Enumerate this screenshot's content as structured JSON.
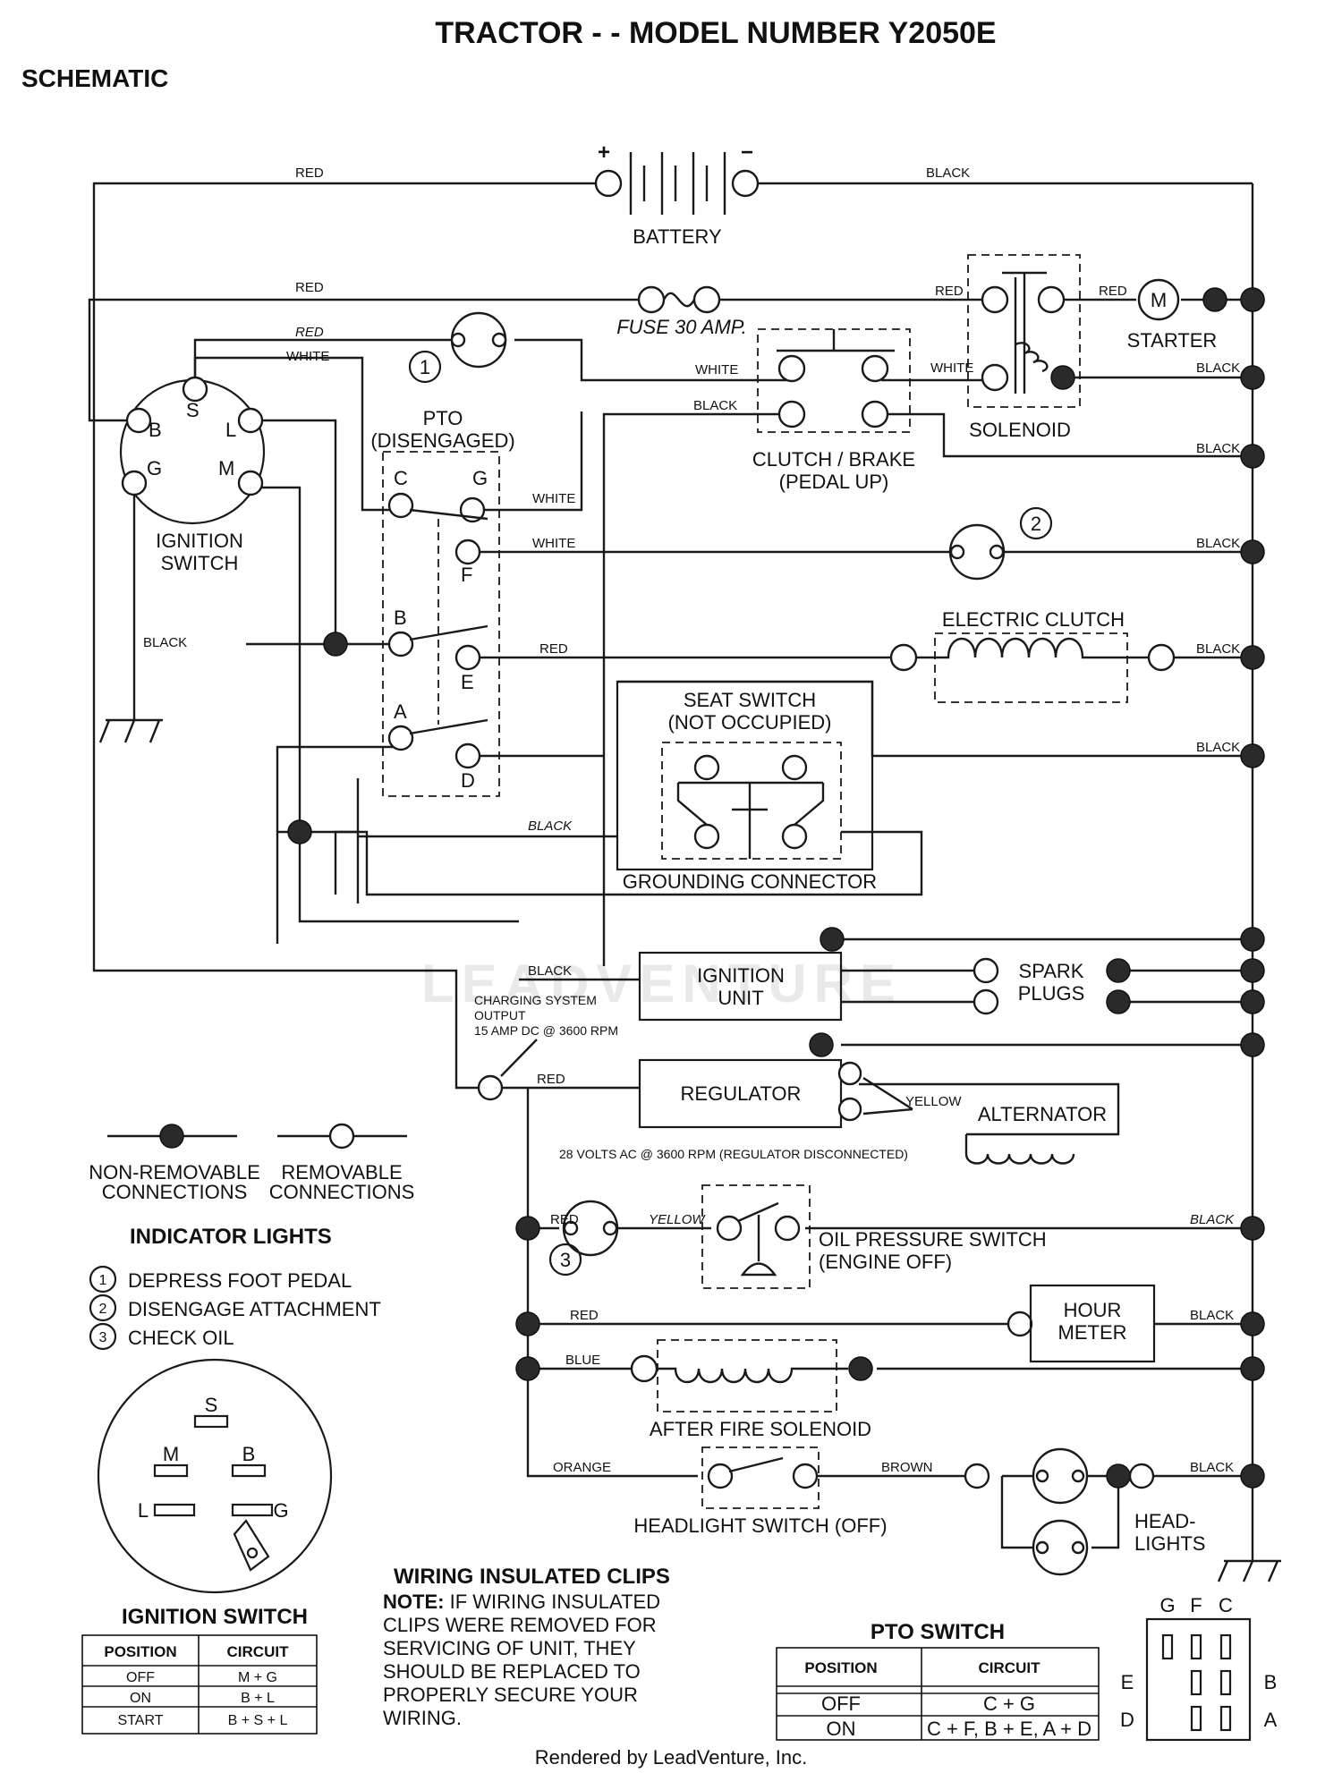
{
  "title": "TRACTOR - - MODEL NUMBER Y2050E",
  "section": "SCHEMATIC",
  "watermark": "LEADVENTURE",
  "footer": "Rendered by LeadVenture, Inc.",
  "components": {
    "battery": "BATTERY",
    "battery_plus": "+",
    "battery_minus": "−",
    "fuse": "FUSE 30 AMP.",
    "starter": "STARTER",
    "starter_symbol": "M",
    "solenoid": "SOLENOID",
    "clutch_brake_1": "CLUTCH / BRAKE",
    "clutch_brake_2": "(PEDAL UP)",
    "pto_1": "PTO",
    "pto_2": "(DISENGAGED)",
    "ignition_switch_1": "IGNITION",
    "ignition_switch_2": "SWITCH",
    "electric_clutch": "ELECTRIC CLUTCH",
    "seat_switch_1": "SEAT SWITCH",
    "seat_switch_2": "(NOT OCCUPIED)",
    "grounding_connector": "GROUNDING CONNECTOR",
    "ignition_unit_1": "IGNITION",
    "ignition_unit_2": "UNIT",
    "spark_plugs_1": "SPARK",
    "spark_plugs_2": "PLUGS",
    "charging_1": "CHARGING SYSTEM",
    "charging_2": "OUTPUT",
    "charging_3": "15 AMP DC @ 3600 RPM",
    "regulator": "REGULATOR",
    "alternator": "ALTERNATOR",
    "ac_note": "28 VOLTS AC @ 3600 RPM (REGULATOR DISCONNECTED)",
    "oil_switch_1": "OIL PRESSURE SWITCH",
    "oil_switch_2": "(ENGINE OFF)",
    "hour_meter_1": "HOUR",
    "hour_meter_2": "METER",
    "after_fire": "AFTER FIRE SOLENOID",
    "headlight_switch": "HEADLIGHT SWITCH (OFF)",
    "headlights_1": "HEAD-",
    "headlights_2": "LIGHTS"
  },
  "terminals": {
    "ign_s": "S",
    "ign_b": "B",
    "ign_l": "L",
    "ign_g": "G",
    "ign_m": "M",
    "pto_c": "C",
    "pto_g": "G",
    "pto_f": "F",
    "pto_b": "B",
    "pto_e": "E",
    "pto_a": "A",
    "pto_d": "D"
  },
  "wires": {
    "red": "RED",
    "black": "BLACK",
    "white": "WHITE",
    "yellow": "YELLOW",
    "blue": "BLUE",
    "orange": "ORANGE",
    "brown": "BROWN"
  },
  "indicator_numbers": [
    "1",
    "2",
    "3"
  ],
  "legend": {
    "non_removable_1": "NON-REMOVABLE",
    "non_removable_2": "CONNECTIONS",
    "removable_1": "REMOVABLE",
    "removable_2": "CONNECTIONS"
  },
  "indicator_lights": {
    "heading": "INDICATOR LIGHTS",
    "items": [
      {
        "num": "1",
        "text": "DEPRESS FOOT PEDAL"
      },
      {
        "num": "2",
        "text": "DISENGAGE ATTACHMENT"
      },
      {
        "num": "3",
        "text": "CHECK OIL"
      }
    ]
  },
  "ignition_switch_face": {
    "s": "S",
    "m": "M",
    "b": "B",
    "l": "L",
    "g": "G"
  },
  "ignition_switch_table": {
    "heading": "IGNITION SWITCH",
    "columns": [
      "POSITION",
      "CIRCUIT"
    ],
    "rows": [
      [
        "OFF",
        "M + G"
      ],
      [
        "ON",
        "B + L"
      ],
      [
        "START",
        "B + S + L"
      ]
    ]
  },
  "clips_note": {
    "heading": "WIRING INSULATED CLIPS",
    "lead": "NOTE:",
    "line1": "IF WIRING INSULATED",
    "line2": "CLIPS WERE REMOVED FOR",
    "line3": "SERVICING OF UNIT, THEY",
    "line4": "SHOULD BE REPLACED TO",
    "line5": "PROPERLY SECURE YOUR",
    "line6": "WIRING."
  },
  "pto_switch_table": {
    "heading": "PTO SWITCH",
    "columns": [
      "POSITION",
      "CIRCUIT"
    ],
    "rows": [
      [
        "OFF",
        "C + G"
      ],
      [
        "ON",
        "C + F, B + E, A + D"
      ]
    ]
  },
  "pto_connector": {
    "top": [
      "G",
      "F",
      "C"
    ],
    "left": [
      "E",
      "D"
    ],
    "right": [
      "B",
      "A"
    ]
  }
}
